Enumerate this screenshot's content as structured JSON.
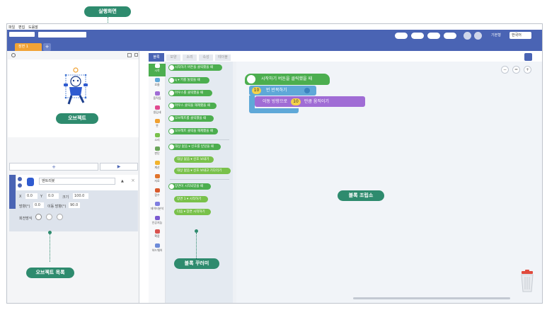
{
  "callouts": {
    "run_screen": "실행화면",
    "object": "오브젝트",
    "object_list": "오브젝트 목록",
    "block_drawer": "블록 꾸러미",
    "block_assembly": "블록 조립소"
  },
  "menu": {
    "file": "파일",
    "edit": "편집",
    "help": "도움말"
  },
  "toolbar": {
    "mode_label": "기본형",
    "language": "한국어",
    "scene_tab": "장면 1",
    "add_scene": "+"
  },
  "stage": {
    "add_object": "+",
    "run": "▶",
    "object_name": "엔트리봇",
    "x_label": "X",
    "x_value": "0.0",
    "y_label": "Y",
    "y_value": "0.0",
    "size_label": "크기",
    "size_value": "100.0",
    "direction_label": "방향(°)",
    "direction_value": "0.0",
    "move_dir_label": "이동 방향(°)",
    "move_dir_value": "90.0",
    "rotation_label": "회전방식"
  },
  "editor_tabs": [
    "블록",
    "모양",
    "소리",
    "속성",
    "테이블"
  ],
  "categories": [
    {
      "label": "시작",
      "color": "#4cae4f"
    },
    {
      "label": "흐름",
      "color": "#5fa8d8"
    },
    {
      "label": "움직임",
      "color": "#a06cd5"
    },
    {
      "label": "생김새",
      "color": "#e04a8f"
    },
    {
      "label": "붓",
      "color": "#f0a030"
    },
    {
      "label": "소리",
      "color": "#79c14b"
    },
    {
      "label": "판단",
      "color": "#6aa55a"
    },
    {
      "label": "계산",
      "color": "#f2b32c"
    },
    {
      "label": "자료",
      "color": "#e0742c"
    },
    {
      "label": "함수",
      "color": "#d95a2c"
    },
    {
      "label": "데이터분석",
      "color": "#7e7de0"
    },
    {
      "label": "인공지능",
      "color": "#7a5ad0"
    },
    {
      "label": "확장",
      "color": "#d9534f"
    },
    {
      "label": "하드웨어",
      "color": "#6d8bd9"
    }
  ],
  "drawer_blocks": [
    "시작하기 버튼을 클릭했을 때",
    "q ▾ 키를 눌렀을 때",
    "마우스를 클릭했을 때",
    "마우스 클릭을 해제했을 때",
    "오브젝트를 클릭했을 때",
    "오브젝트 클릭을 해제했을 때",
    "대상 없음 ▾ 신호를 받았을 때",
    "대상 없음 ▾ 신호 보내기",
    "대상 없음 ▾ 신호 보내고 기다리기",
    "장면이 시작되었을 때",
    "장면 1 ▾ 시작하기",
    "다음 ▾ 장면 시작하기"
  ],
  "script": {
    "hat": "시작하기 버튼을 클릭했을 때",
    "repeat_count": "10",
    "repeat_label": "번 반복하기",
    "move_prefix": "이동 방향으로",
    "move_value": "10",
    "move_suffix": "만큼 움직이기"
  },
  "zoom": {
    "minus": "−",
    "reset": "=",
    "plus": "+"
  }
}
